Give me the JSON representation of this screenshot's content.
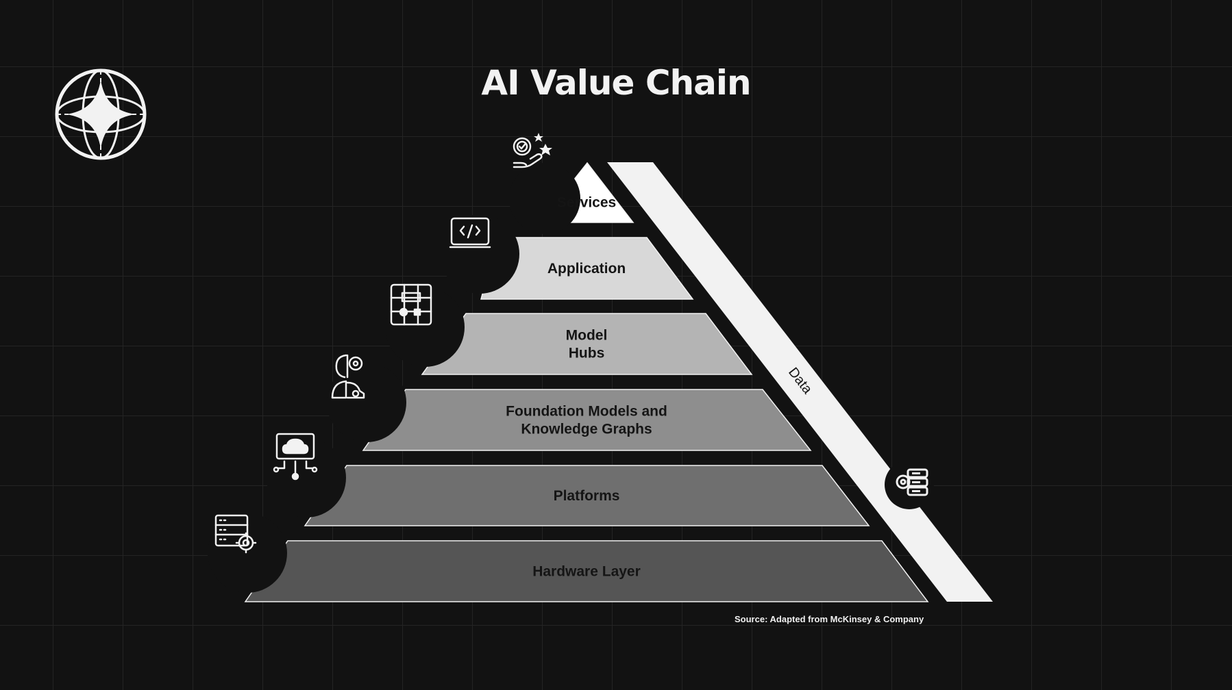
{
  "title": "AI Value Chain",
  "source": "Source: Adapted from McKinsey & Company",
  "data_bar": {
    "label": "Data",
    "icon": "database-gear-icon"
  },
  "layers": [
    {
      "id": "services",
      "lines": [
        "Services"
      ],
      "icon": "service-hand-gear-icon",
      "color": "#ffffff"
    },
    {
      "id": "application",
      "lines": [
        "Application"
      ],
      "icon": "code-laptop-icon",
      "color": "#d8d8d8"
    },
    {
      "id": "model-hubs",
      "lines": [
        "Model",
        "Hubs"
      ],
      "icon": "circuit-board-icon",
      "color": "#b4b4b4"
    },
    {
      "id": "foundation-models",
      "lines": [
        "Foundation Models and",
        "Knowledge Graphs"
      ],
      "icon": "ai-head-gear-icon",
      "color": "#8e8e8e"
    },
    {
      "id": "platforms",
      "lines": [
        "Platforms"
      ],
      "icon": "cloud-monitor-icon",
      "color": "#6f6f6f"
    },
    {
      "id": "hardware",
      "lines": [
        "Hardware Layer"
      ],
      "icon": "server-gear-icon",
      "color": "#555555"
    }
  ],
  "colors": {
    "background": "#121212",
    "foreground": "#f2f2f2",
    "data_bar": "#f2f2f2"
  }
}
